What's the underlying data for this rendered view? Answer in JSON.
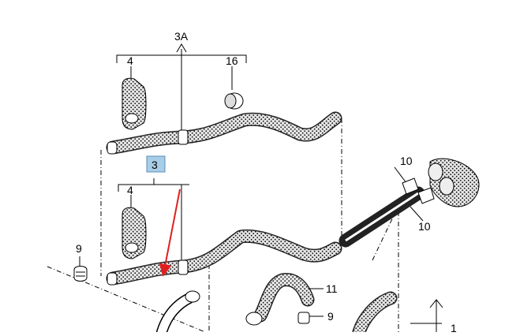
{
  "diagram": {
    "labels": {
      "assembly_3a": "3A",
      "part_3": "3",
      "part_4_top": "4",
      "part_4_bottom": "4",
      "part_16": "16",
      "part_9_left": "9",
      "part_10_top": "10",
      "part_10_bottom": "10",
      "part_11": "11",
      "part_9_bottom": "9",
      "part_1": "1"
    },
    "colors": {
      "highlight_fill": "#a8cde6",
      "highlight_border": "#5a8fb8",
      "annotation_arrow": "#e02020",
      "hose_texture": "#d8d8d8",
      "outline": "#000000"
    }
  }
}
